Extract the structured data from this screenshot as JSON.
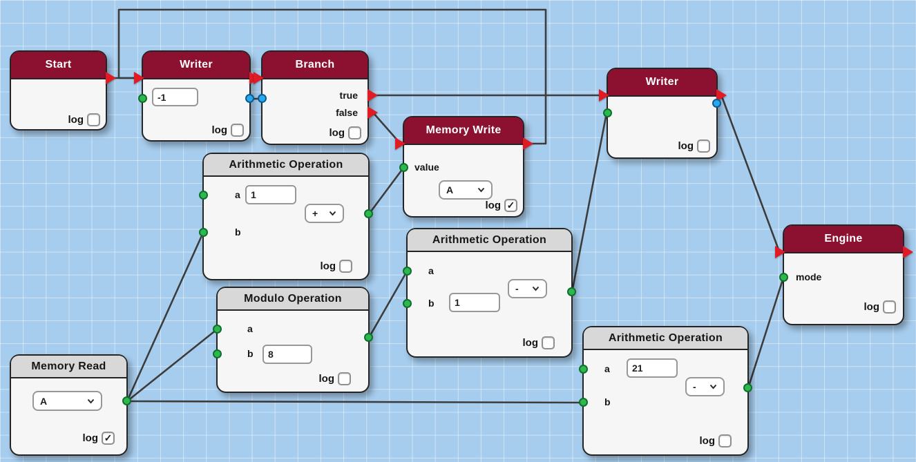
{
  "colors": {
    "background": "#a7cdee",
    "exec_header": "#8c1030",
    "data_header": "#d8d8d8",
    "exec_port": "#e01b24",
    "value_port": "#2db84f",
    "bool_port": "#27a8f0",
    "wire": "#3c3c3c"
  },
  "nodes": {
    "start": {
      "title": "Start",
      "log_label": "log",
      "log_checked": false
    },
    "writer1": {
      "title": "Writer",
      "value": "-1",
      "log_label": "log",
      "log_checked": false
    },
    "branch": {
      "title": "Branch",
      "true_label": "true",
      "false_label": "false",
      "log_label": "log",
      "log_checked": false
    },
    "memory_write": {
      "title": "Memory Write",
      "value_label": "value",
      "key": "A",
      "log_label": "log",
      "log_checked": true
    },
    "writer2": {
      "title": "Writer",
      "log_label": "log",
      "log_checked": false
    },
    "engine": {
      "title": "Engine",
      "mode_label": "mode",
      "log_label": "log",
      "log_checked": false
    },
    "arith1": {
      "title": "Arithmetic Operation",
      "a_label": "a",
      "a_value": "1",
      "operator": "+",
      "b_label": "b",
      "log_label": "log",
      "log_checked": false
    },
    "modulo": {
      "title": "Modulo Operation",
      "a_label": "a",
      "b_label": "b",
      "b_value": "8",
      "log_label": "log",
      "log_checked": false
    },
    "arith2": {
      "title": "Arithmetic Operation",
      "a_label": "a",
      "operator": "-",
      "b_label": "b",
      "b_value": "1",
      "log_label": "log",
      "log_checked": false
    },
    "arith3": {
      "title": "Arithmetic Operation",
      "a_label": "a",
      "a_value": "21",
      "operator": "-",
      "b_label": "b",
      "log_label": "log",
      "log_checked": false
    },
    "memory_read": {
      "title": "Memory Read",
      "key": "A",
      "log_label": "log",
      "log_checked": true
    }
  },
  "connections": [
    "start.exec-out -> writer1.exec-in",
    "memory_write.exec-out -> writer1.exec-in",
    "writer1.exec-out -> branch.exec-in",
    "writer1.value-out -> branch.condition-in",
    "branch.true -> writer2.exec-in",
    "branch.false -> memory_write.exec-in",
    "arith1.result -> memory_write.value",
    "memory_read.value -> arith1.b",
    "memory_read.value -> modulo.a",
    "memory_read.value -> arith3.b",
    "modulo.result -> arith2.a",
    "arith2.result -> writer2.value",
    "arith3.result -> engine.mode",
    "writer2.exec-out -> engine.exec-in"
  ]
}
